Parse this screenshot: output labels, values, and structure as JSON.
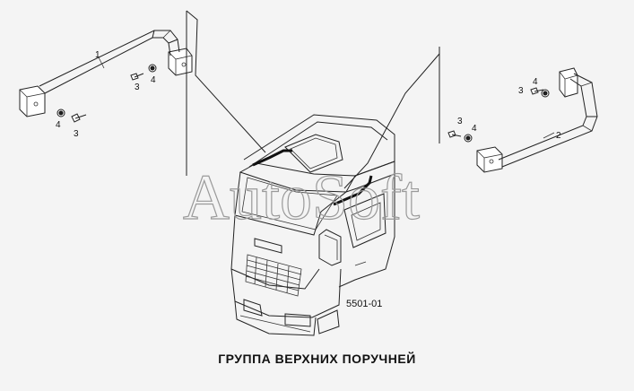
{
  "diagram": {
    "code": "5501-01",
    "title": "ГРУППА ВЕРХНИХ ПОРУЧНЕЙ",
    "watermark": "AutoSoft",
    "callouts": {
      "rail_left": "1",
      "rail_right": "2",
      "bolt_left_top": "3",
      "washer_left_top": "4",
      "washer_left_bottom": "4",
      "bolt_left_bottom": "3",
      "bolt_right_top": "3",
      "washer_right_top": "4",
      "bolt_right_side": "3",
      "washer_right_side": "4"
    }
  }
}
